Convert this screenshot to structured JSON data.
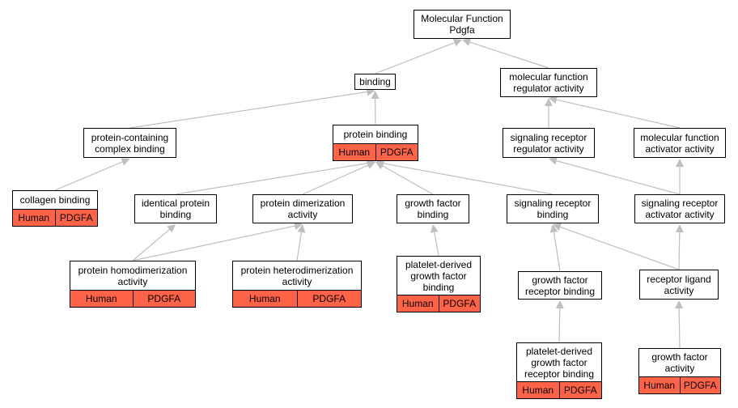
{
  "diagram": {
    "edge_color": "#bfbfbf",
    "annotation_color": "#ff6347",
    "nodes": [
      {
        "id": "mf",
        "label": "Molecular Function\nPdgfa",
        "annotated": false
      },
      {
        "id": "binding",
        "label": "binding",
        "annotated": false
      },
      {
        "id": "mfreg",
        "label": "molecular function\nregulator activity",
        "annotated": false
      },
      {
        "id": "pcb",
        "label": "protein-containing\ncomplex binding",
        "annotated": false
      },
      {
        "id": "pb",
        "label": "protein binding",
        "annotated": true,
        "species": "Human",
        "gene": "PDGFA"
      },
      {
        "id": "srra",
        "label": "signaling receptor\nregulator activity",
        "annotated": false
      },
      {
        "id": "mfaa",
        "label": "molecular function\nactivator activity",
        "annotated": false
      },
      {
        "id": "cb",
        "label": "collagen binding",
        "annotated": true,
        "species": "Human",
        "gene": "PDGFA"
      },
      {
        "id": "ipb",
        "label": "identical protein\nbinding",
        "annotated": false
      },
      {
        "id": "pda",
        "label": "protein dimerization\nactivity",
        "annotated": false
      },
      {
        "id": "gfb",
        "label": "growth factor\nbinding",
        "annotated": false
      },
      {
        "id": "srb",
        "label": "signaling receptor\nbinding",
        "annotated": false
      },
      {
        "id": "sraa",
        "label": "signaling receptor\nactivator activity",
        "annotated": false
      },
      {
        "id": "phda",
        "label": "protein homodimerization\nactivity",
        "annotated": true,
        "species": "Human",
        "gene": "PDGFA"
      },
      {
        "id": "phtda",
        "label": "protein heterodimerization\nactivity",
        "annotated": true,
        "species": "Human",
        "gene": "PDGFA"
      },
      {
        "id": "pdgfb",
        "label": "platelet-derived\ngrowth factor\nbinding",
        "annotated": true,
        "species": "Human",
        "gene": "PDGFA"
      },
      {
        "id": "gfrb",
        "label": "growth factor\nreceptor binding",
        "annotated": false
      },
      {
        "id": "rla",
        "label": "receptor ligand\nactivity",
        "annotated": false
      },
      {
        "id": "pdgfrb",
        "label": "platelet-derived\ngrowth factor\nreceptor binding",
        "annotated": true,
        "species": "Human",
        "gene": "PDGFA"
      },
      {
        "id": "gfa",
        "label": "growth factor\nactivity",
        "annotated": true,
        "species": "Human",
        "gene": "PDGFA"
      }
    ],
    "edges": [
      [
        "binding",
        "mf"
      ],
      [
        "mfreg",
        "mf"
      ],
      [
        "pcb",
        "binding"
      ],
      [
        "pb",
        "binding"
      ],
      [
        "srra",
        "mfreg"
      ],
      [
        "mfaa",
        "mfreg"
      ],
      [
        "cb",
        "pcb"
      ],
      [
        "ipb",
        "pb"
      ],
      [
        "pda",
        "pb"
      ],
      [
        "gfb",
        "pb"
      ],
      [
        "srb",
        "pb"
      ],
      [
        "sraa",
        "srra"
      ],
      [
        "sraa",
        "mfaa"
      ],
      [
        "phda",
        "ipb"
      ],
      [
        "phda",
        "pda"
      ],
      [
        "phtda",
        "pda"
      ],
      [
        "pdgfb",
        "gfb"
      ],
      [
        "gfrb",
        "srb"
      ],
      [
        "rla",
        "srb"
      ],
      [
        "rla",
        "sraa"
      ],
      [
        "pdgfrb",
        "gfrb"
      ],
      [
        "gfa",
        "rla"
      ]
    ]
  }
}
